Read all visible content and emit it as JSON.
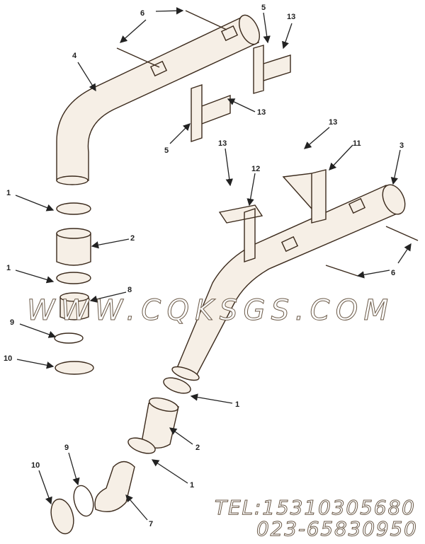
{
  "diagram": {
    "callouts": [
      "6",
      "5",
      "13",
      "4",
      "13",
      "5",
      "13",
      "13",
      "11",
      "3",
      "12",
      "1",
      "2",
      "1",
      "8",
      "9",
      "10",
      "1",
      "2",
      "1",
      "9",
      "10",
      "7",
      "6"
    ],
    "watermark": "WWW.CQKSGS.COM",
    "contact_tel": "TEL:15310305680",
    "contact_phone": "023-65830950",
    "line_color": "#3b2a1c",
    "fill_color": "#f6efe6"
  }
}
